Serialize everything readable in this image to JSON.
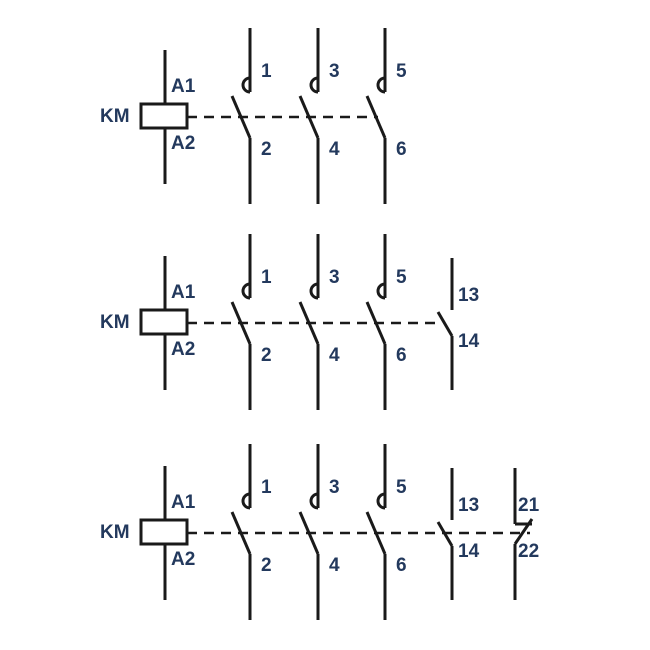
{
  "colors": {
    "label": "#23395d",
    "line": "#1a1a1a",
    "background": "#ffffff"
  },
  "diagrams": [
    {
      "coil": {
        "name": "KM",
        "top": "A1",
        "bottom": "A2"
      },
      "main_contacts": [
        {
          "top": "1",
          "bottom": "2"
        },
        {
          "top": "3",
          "bottom": "4"
        },
        {
          "top": "5",
          "bottom": "6"
        }
      ],
      "aux_no": null,
      "aux_nc": null
    },
    {
      "coil": {
        "name": "KM",
        "top": "A1",
        "bottom": "A2"
      },
      "main_contacts": [
        {
          "top": "1",
          "bottom": "2"
        },
        {
          "top": "3",
          "bottom": "4"
        },
        {
          "top": "5",
          "bottom": "6"
        }
      ],
      "aux_no": {
        "top": "13",
        "bottom": "14"
      },
      "aux_nc": null
    },
    {
      "coil": {
        "name": "KM",
        "top": "A1",
        "bottom": "A2"
      },
      "main_contacts": [
        {
          "top": "1",
          "bottom": "2"
        },
        {
          "top": "3",
          "bottom": "4"
        },
        {
          "top": "5",
          "bottom": "6"
        }
      ],
      "aux_no": {
        "top": "13",
        "bottom": "14"
      },
      "aux_nc": {
        "top": "21",
        "bottom": "22"
      }
    }
  ]
}
